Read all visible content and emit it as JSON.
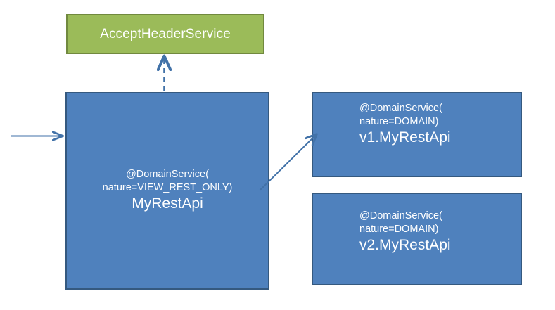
{
  "diagram": {
    "title_text": "AcceptHeaderService",
    "colors": {
      "green_fill": "#9BBB59",
      "green_border": "#71893F",
      "blue_fill": "#4F81BD",
      "blue_border": "#35597F",
      "arrow": "#4272A8",
      "text": "#FFFFFF"
    },
    "nodes": {
      "accept_header_service": {
        "label": "AcceptHeaderService"
      },
      "my_rest_api": {
        "annotation_line1": "@DomainService(",
        "annotation_line2": "nature=VIEW_REST_ONLY)",
        "class_name": "MyRestApi"
      },
      "v1_my_rest_api": {
        "annotation_line1": "@DomainService(",
        "annotation_line2": "nature=DOMAIN)",
        "class_name": "v1.MyRestApi"
      },
      "v2_my_rest_api": {
        "annotation_line1": "@DomainService(",
        "annotation_line2": "nature=DOMAIN)",
        "class_name": "v2.MyRestApi"
      }
    },
    "connectors": {
      "incoming_request": "incoming-arrow",
      "uses_accept_header_service": "dashed-dependency-arrow",
      "delegates_to_v1": "solid-association-arrow"
    }
  }
}
